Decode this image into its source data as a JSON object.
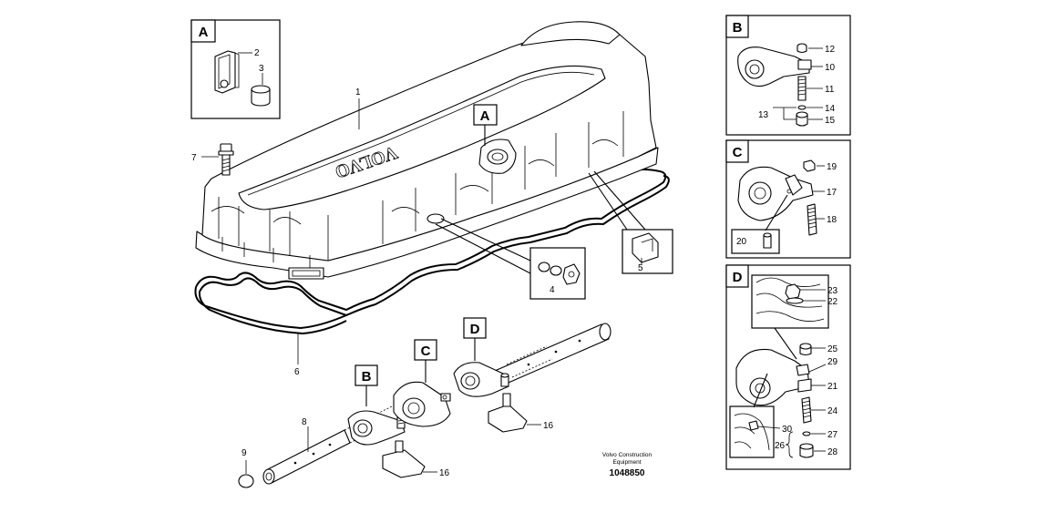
{
  "title_block": {
    "maker_line1": "Volvo Construction",
    "maker_line2": "Equipment",
    "drawing_number": "1048850"
  },
  "embossed_text": "VOLVO",
  "detail_letters": {
    "a": "A",
    "b": "B",
    "c": "C",
    "d": "D"
  },
  "callouts": {
    "p1": "1",
    "p2": "2",
    "p3": "3",
    "p4": "4",
    "p5": "5",
    "p6": "6",
    "p7": "7",
    "p8": "8",
    "p9": "9",
    "p10": "10",
    "p11": "11",
    "p12": "12",
    "p13": "13",
    "p14": "14",
    "p15": "15",
    "p16a": "16",
    "p16b": "16",
    "p17": "17",
    "p18": "18",
    "p19": "19",
    "p20": "20",
    "p21": "21",
    "p22": "22",
    "p23": "23",
    "p24": "24",
    "p25": "25",
    "p26": "26",
    "p27": "27",
    "p28": "28",
    "p29": "29",
    "p30": "30"
  }
}
